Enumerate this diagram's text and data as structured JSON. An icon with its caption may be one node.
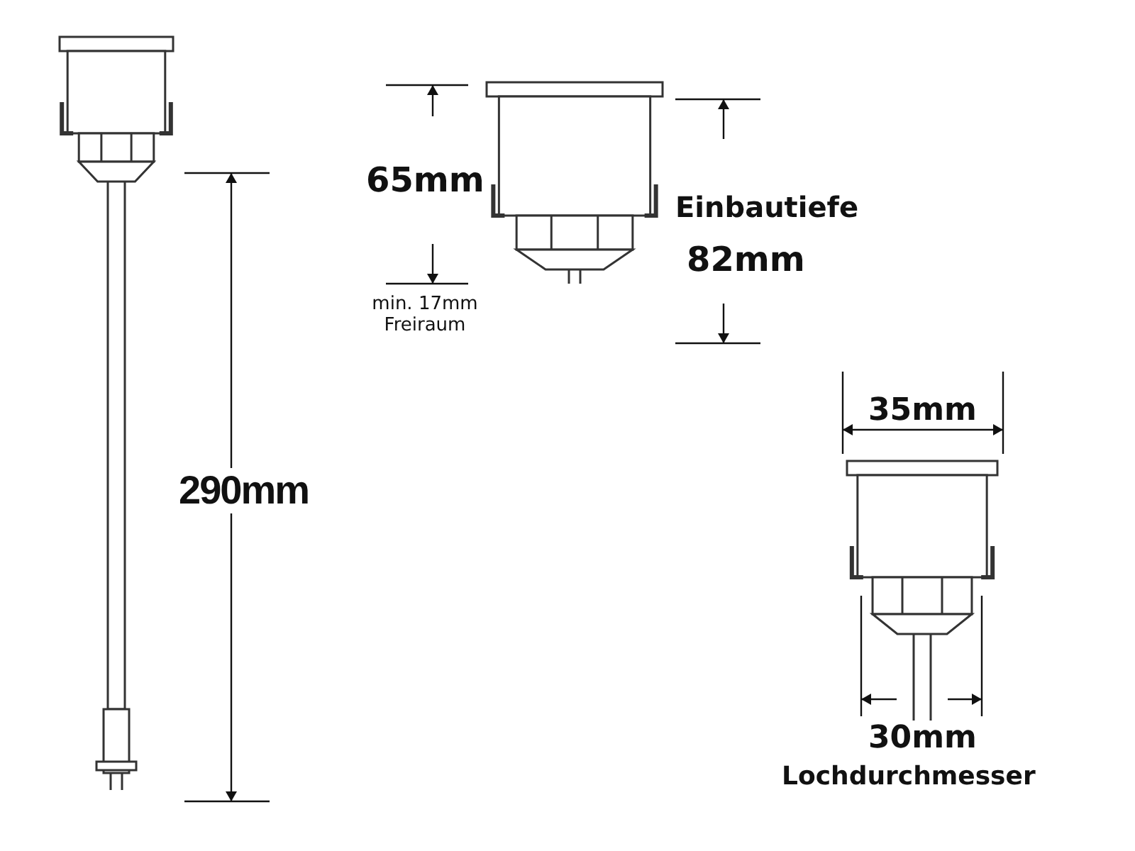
{
  "diagram": {
    "labels": [
      "65mm",
      "Einbautiefe",
      "82mm",
      "min. 17mm Freiraum",
      "290mm",
      "35mm",
      "30mm",
      "Lochdurchmesser"
    ]
  }
}
